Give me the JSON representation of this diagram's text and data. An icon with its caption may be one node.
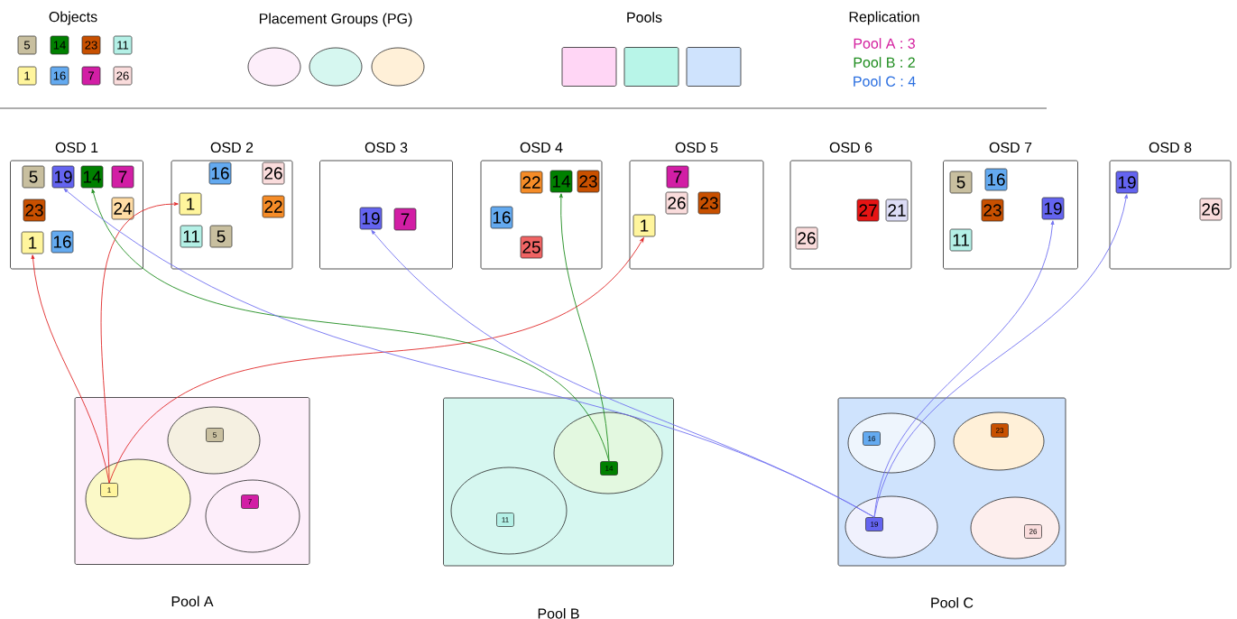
{
  "diagram": {
    "nodes": [
      {
        "text": [
          "5"
        ]
      },
      {
        "text": [
          "14"
        ]
      },
      {
        "text": [
          "23"
        ]
      },
      {
        "text": [
          "11"
        ]
      },
      {
        "text": [
          "1"
        ]
      },
      {
        "text": [
          "16"
        ]
      },
      {
        "text": [
          "7"
        ]
      },
      {
        "text": [
          "26"
        ]
      },
      {
        "text": [],
        "shape": "ellipse"
      },
      {
        "text": [],
        "shape": "ellipse"
      },
      {
        "text": [],
        "shape": "ellipse"
      },
      {
        "text": [],
        "shape": "box"
      },
      {
        "text": [],
        "shape": "box"
      },
      {
        "text": [],
        "shape": "box"
      },
      {
        "text": [
          "OSD 1"
        ]
      },
      {
        "text": [
          "5"
        ],
        "in": 14
      },
      {
        "text": [
          "19"
        ],
        "in": 14
      },
      {
        "text": [
          "14"
        ],
        "in": 14
      },
      {
        "text": [
          "7"
        ],
        "in": 14
      },
      {
        "text": [
          "23"
        ],
        "in": 14
      },
      {
        "text": [
          "24"
        ],
        "in": 14
      },
      {
        "text": [
          "1"
        ],
        "in": 14
      },
      {
        "text": [
          "16"
        ],
        "in": 14
      },
      {
        "text": [
          "OSD 2"
        ]
      },
      {
        "text": [
          "16"
        ],
        "in": 23
      },
      {
        "text": [
          "26"
        ],
        "in": 23
      },
      {
        "text": [
          "1"
        ],
        "in": 23
      },
      {
        "text": [
          "22"
        ],
        "in": 23
      },
      {
        "text": [
          "11"
        ],
        "in": 23
      },
      {
        "text": [
          "5"
        ],
        "in": 23
      },
      {
        "text": [
          "OSD 3"
        ]
      },
      {
        "text": [
          "19"
        ],
        "in": 30
      },
      {
        "text": [
          "7"
        ],
        "in": 30
      },
      {
        "text": [
          "OSD 4"
        ]
      },
      {
        "text": [
          "22"
        ],
        "in": 33
      },
      {
        "text": [
          "14"
        ],
        "in": 33
      },
      {
        "text": [
          "23"
        ],
        "in": 33
      },
      {
        "text": [
          "16"
        ],
        "in": 33
      },
      {
        "text": [
          "25"
        ],
        "in": 33
      },
      {
        "text": [
          "OSD 5"
        ]
      },
      {
        "text": [
          "7"
        ],
        "in": 39
      },
      {
        "text": [
          "26"
        ],
        "in": 39
      },
      {
        "text": [
          "23"
        ],
        "in": 39
      },
      {
        "text": [
          "1"
        ],
        "in": 39
      },
      {
        "text": [
          "OSD 6"
        ]
      },
      {
        "text": [
          "27"
        ],
        "in": 44
      },
      {
        "text": [
          "21"
        ],
        "in": 44
      },
      {
        "text": [
          "26"
        ],
        "in": 44
      },
      {
        "text": [
          "OSD 7"
        ]
      },
      {
        "text": [
          "5"
        ],
        "in": 48
      },
      {
        "text": [
          "16"
        ],
        "in": 48
      },
      {
        "text": [
          "23"
        ],
        "in": 48
      },
      {
        "text": [
          "19"
        ],
        "in": 48
      },
      {
        "text": [
          "11"
        ],
        "in": 48
      },
      {
        "text": [
          "OSD 8"
        ]
      },
      {
        "text": [
          "19"
        ],
        "in": 54
      },
      {
        "text": [
          "26"
        ],
        "in": 54
      },
      {
        "text": [
          "Pool A"
        ]
      },
      {
        "text": [],
        "shape": "ellipse",
        "in": 57
      },
      {
        "text": [
          "5"
        ],
        "in": 58
      },
      {
        "text": [],
        "shape": "ellipse",
        "in": 57
      },
      {
        "text": [
          "1"
        ],
        "in": 60
      },
      {
        "text": [],
        "shape": "ellipse",
        "in": 57
      },
      {
        "text": [
          "7"
        ],
        "in": 62
      },
      {
        "text": [
          "Pool B"
        ]
      },
      {
        "text": [],
        "shape": "ellipse",
        "in": 64
      },
      {
        "text": [
          "14"
        ],
        "in": 65
      },
      {
        "text": [],
        "shape": "ellipse",
        "in": 64
      },
      {
        "text": [
          "11"
        ],
        "in": 67
      },
      {
        "text": [
          "Pool C"
        ]
      },
      {
        "text": [],
        "shape": "ellipse",
        "in": 69
      },
      {
        "text": [
          "16"
        ],
        "in": 70
      },
      {
        "text": [],
        "shape": "ellipse",
        "in": 69
      },
      {
        "text": [
          "23"
        ],
        "in": 72
      },
      {
        "text": [],
        "shape": "ellipse",
        "in": 69
      },
      {
        "text": [
          "19"
        ],
        "in": 74
      },
      {
        "text": [],
        "shape": "ellipse",
        "in": 69
      },
      {
        "text": [
          "26"
        ],
        "in": 76
      }
    ],
    "edges": [
      {
        "from": 61,
        "to": 21,
        "arrow": "to",
        "color": "#e02828"
      },
      {
        "from": 61,
        "to": 26,
        "arrow": "to",
        "color": "#e02828"
      },
      {
        "from": 61,
        "to": 43,
        "arrow": "to",
        "color": "#e02828"
      },
      {
        "from": 66,
        "to": 17,
        "arrow": "to",
        "color": "#1e8c1e"
      },
      {
        "from": 66,
        "to": 35,
        "arrow": "to",
        "color": "#1e8c1e"
      },
      {
        "from": 75,
        "to": 16,
        "arrow": "to",
        "color": "#7070f0"
      },
      {
        "from": 75,
        "to": 31,
        "arrow": "to",
        "color": "#7070f0"
      },
      {
        "from": 75,
        "to": 52,
        "arrow": "to",
        "color": "#7070f0"
      },
      {
        "from": 75,
        "to": 55,
        "arrow": "to",
        "color": "#7070f0"
      }
    ],
    "labels": [
      "Objects",
      "Placement Groups (PG)",
      "Pools",
      "Replication",
      "Pool A : 3",
      "Pool B : 2",
      "Pool C : 4"
    ]
  }
}
